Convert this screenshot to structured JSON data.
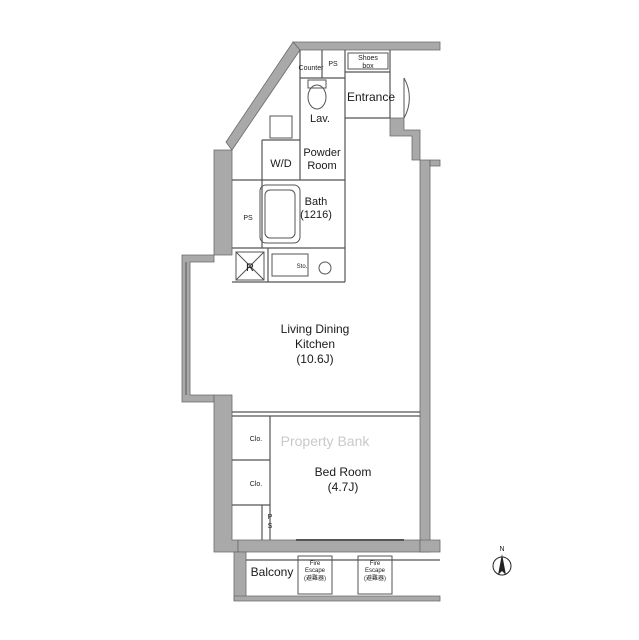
{
  "rooms": {
    "counter": "Counter",
    "ps_top": "PS",
    "shoes_box_1": "Shoes",
    "shoes_box_2": "box",
    "entrance": "Entrance",
    "lav": "Lav.",
    "wd": "W/D",
    "powder_room_1": "Powder",
    "powder_room_2": "Room",
    "bath_1": "Bath",
    "bath_2": "(1216)",
    "ps_bath": "PS",
    "refrigerator": "R",
    "sink": "Sto.",
    "ldk_1": "Living Dining",
    "ldk_2": "Kitchen",
    "ldk_3": "(10.6J)",
    "closet_1": "Clo.",
    "closet_2": "Clo.",
    "bedroom_1": "Bed Room",
    "bedroom_2": "(4.7J)",
    "ps_bottom_1": "P",
    "ps_bottom_2": "S",
    "balcony": "Balcony",
    "fire_escape_1": "Fire",
    "fire_escape_2": "Escape",
    "fire_escape_3": "(避難器)",
    "fire_escape_4": "Fire",
    "fire_escape_5": "Escape",
    "fire_escape_6": "(避難器)"
  },
  "compass": {
    "label": "N"
  },
  "watermark": "Property Bank",
  "colors": {
    "wall": "#a9a9a9",
    "line": "#555555",
    "background": "#ffffff"
  }
}
